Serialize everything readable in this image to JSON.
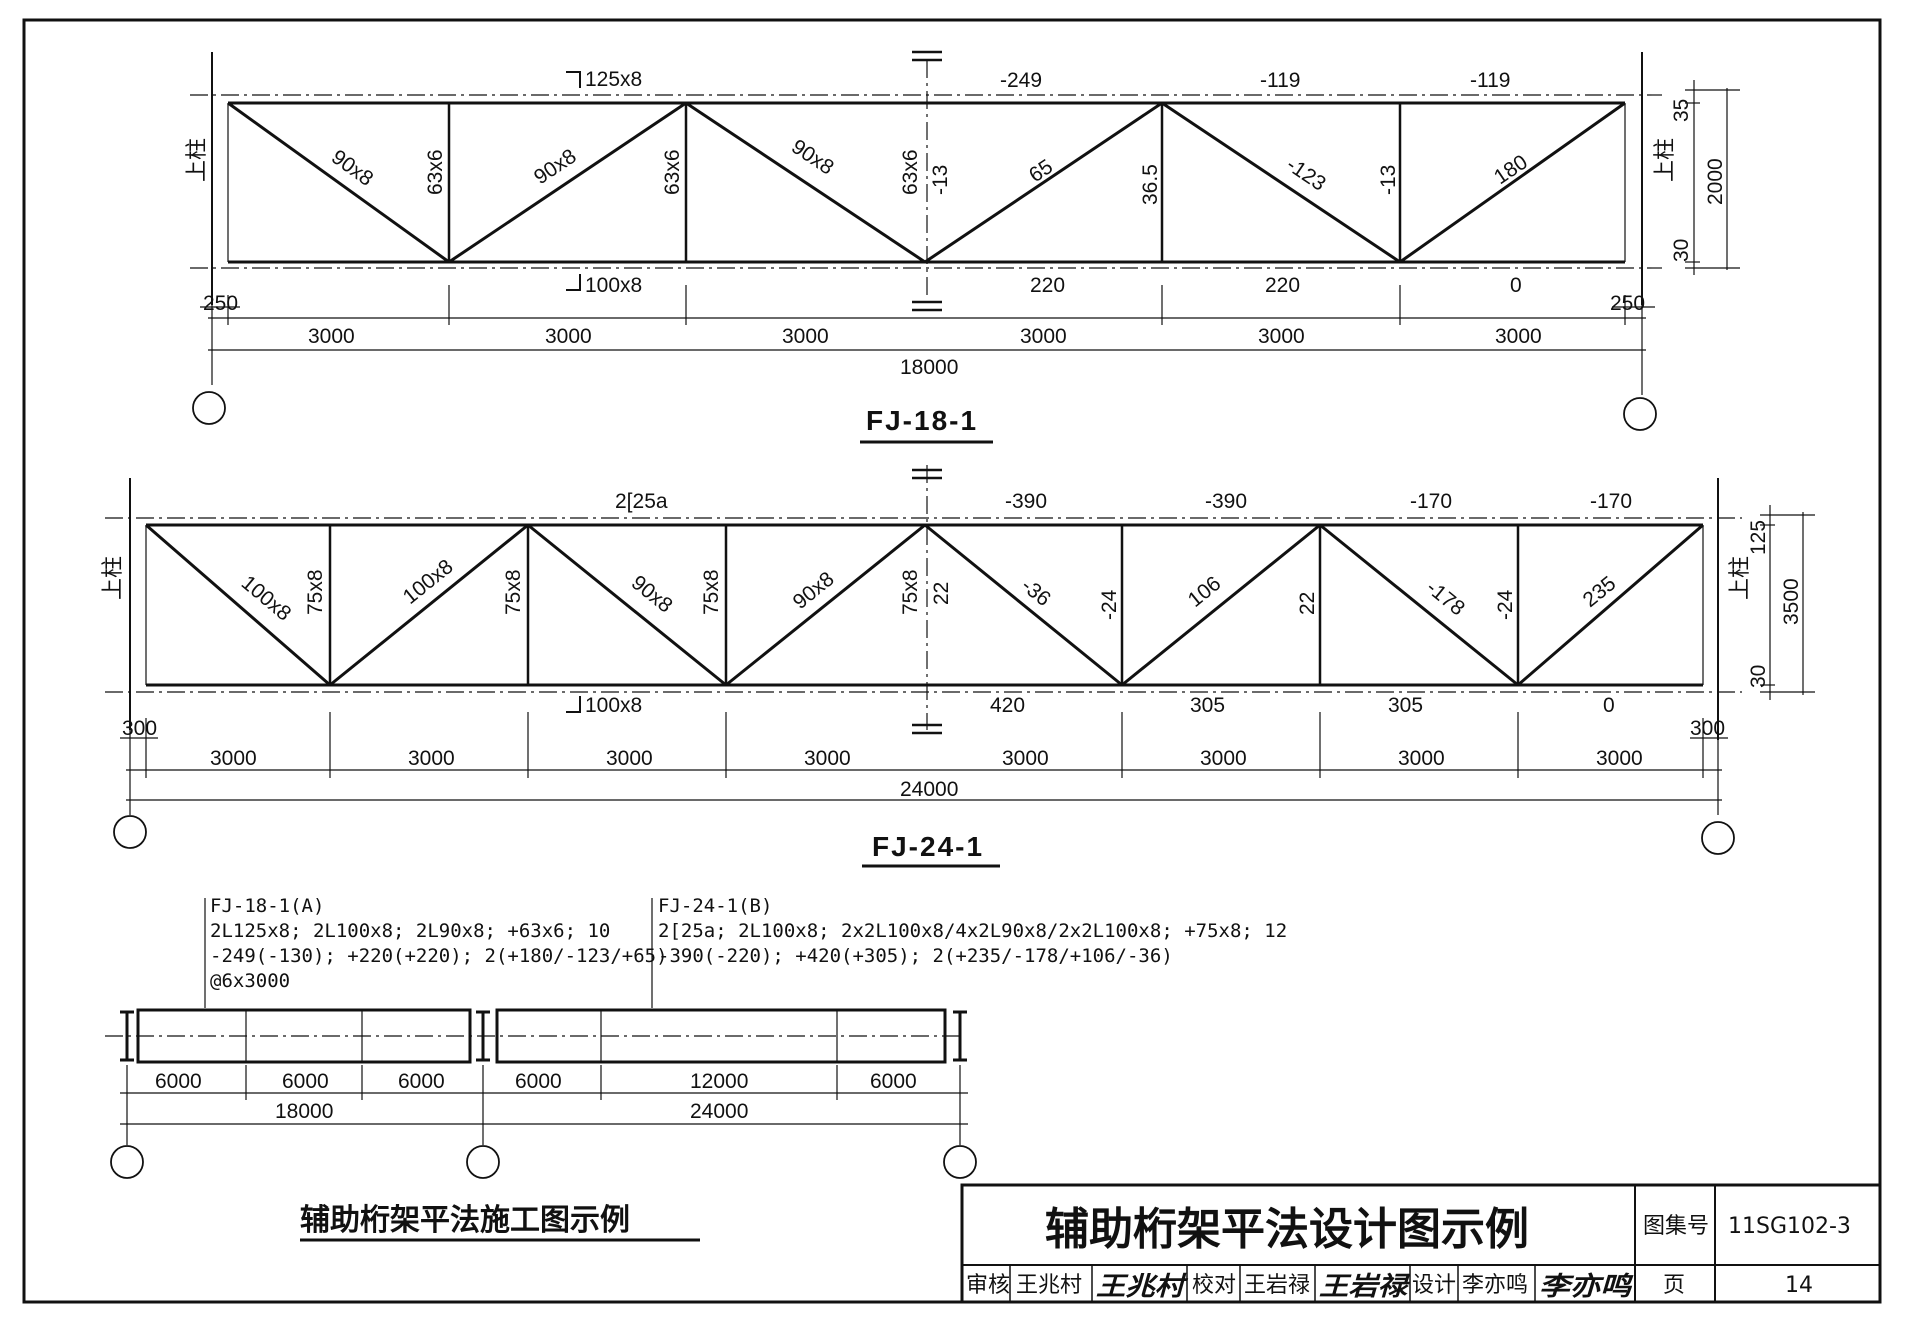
{
  "truss_18": {
    "title": "FJ-18-1",
    "top_section": "125x8",
    "bottom_section": "100x8",
    "diag_labels": [
      "90x8",
      "90x8",
      "90x8"
    ],
    "vert_labels": [
      "63x6",
      "63x6",
      "63x6"
    ],
    "top_forces": [
      "-249",
      "-119",
      "-119"
    ],
    "bottom_forces": [
      "220",
      "220",
      "0"
    ],
    "member_forces": [
      "-13",
      "65",
      "36.5",
      "-123",
      "-13",
      "180"
    ],
    "col_label": "上柱",
    "dim_offset_left": "250",
    "dim_offset_right": "250",
    "dim_35": "35",
    "dim_30": "30",
    "height": "2000",
    "panels": [
      "3000",
      "3000",
      "3000",
      "3000",
      "3000",
      "3000"
    ],
    "total": "18000"
  },
  "truss_24": {
    "title": "FJ-24-1",
    "top_section": "2[25a",
    "bottom_section": "100x8",
    "diag_labels": [
      "100x8",
      "100x8",
      "90x8",
      "90x8"
    ],
    "vert_labels": [
      "75x8",
      "75x8",
      "75x8",
      "75x8"
    ],
    "top_forces": [
      "-390",
      "-390",
      "-170",
      "-170"
    ],
    "bottom_forces": [
      "420",
      "305",
      "305",
      "0"
    ],
    "member_forces": [
      "22",
      "-36",
      "-24",
      "106",
      "22",
      "-178",
      "-24",
      "235"
    ],
    "col_label": "上柱",
    "dim_offset_left": "300",
    "dim_offset_right": "300",
    "dim_125": "125",
    "dim_30": "30",
    "height": "3500",
    "panels": [
      "3000",
      "3000",
      "3000",
      "3000",
      "3000",
      "3000",
      "3000",
      "3000"
    ],
    "total": "24000"
  },
  "plan": {
    "label_a": {
      "line1": "FJ-18-1(A)",
      "line2": "2L125x8; 2L100x8; 2L90x8; +63x6; 10",
      "line3": "-249(-130); +220(+220); 2(+180/-123/+65)",
      "line4": "@6x3000"
    },
    "label_b": {
      "line1": "FJ-24-1(B)",
      "line2": "2[25a; 2L100x8; 2x2L100x8/4x2L90x8/2x2L100x8; +75x8; 12",
      "line3": "-390(-220); +420(+305); 2(+235/-178/+106/-36)"
    },
    "dims_a": [
      "6000",
      "6000",
      "6000"
    ],
    "total_a": "18000",
    "dims_b": [
      "6000",
      "12000",
      "6000"
    ],
    "total_b": "24000"
  },
  "caption": "辅助桁架平法施工图示例",
  "titleblock": {
    "main_title": "辅助桁架平法设计图示例",
    "atlas_label": "图集号",
    "atlas_no": "11SG102-3",
    "review_label": "审核",
    "review_name": "王兆村",
    "review_sig": "王兆村",
    "check_label": "校对",
    "check_name": "王岩禄",
    "check_sig": "王岩禄",
    "design_label": "设计",
    "design_name": "李亦鸣",
    "design_sig": "李亦鸣",
    "page_label": "页",
    "page_no": "14"
  }
}
